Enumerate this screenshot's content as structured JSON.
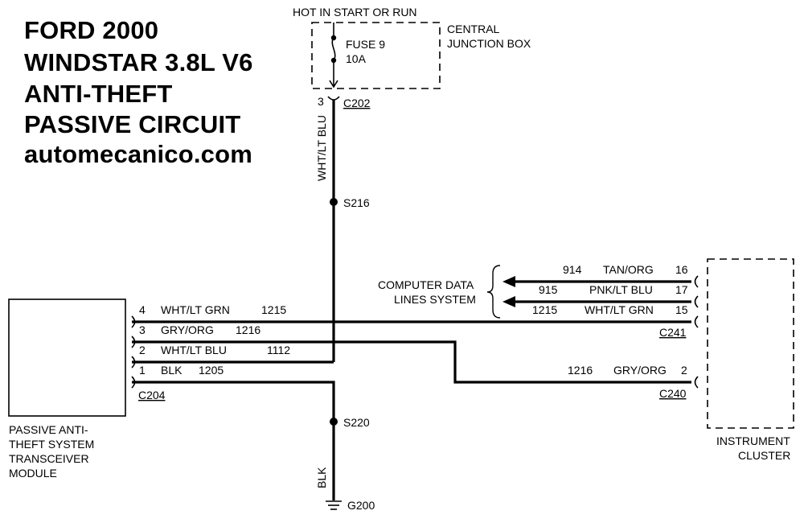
{
  "title": {
    "line1": "FORD 2000",
    "line2": "WINDSTAR 3.8L V6",
    "line3": "ANTI-THEFT",
    "line4": "PASSIVE CIRCUIT",
    "line5": "automecanico.com"
  },
  "power": {
    "hot_label": "HOT IN START OR RUN",
    "fuse_name": "FUSE 9",
    "fuse_rating": "10A",
    "junction_box_line1": "CENTRAL",
    "junction_box_line2": "JUNCTION BOX"
  },
  "connectors": {
    "c202": "C202",
    "c202_pin": "3",
    "c204": "C204",
    "c241": "C241",
    "c240": "C240"
  },
  "splices": {
    "s216": "S216",
    "s220": "S220",
    "g200": "G200"
  },
  "wires": {
    "vertical_top": "WHT/LT BLU",
    "vertical_bottom": "BLK",
    "module_pins": [
      {
        "pin": "4",
        "color": "WHT/LT GRN",
        "circuit": "1215"
      },
      {
        "pin": "3",
        "color": "GRY/ORG",
        "circuit": "1216"
      },
      {
        "pin": "2",
        "color": "WHT/LT BLU",
        "circuit": "1112"
      },
      {
        "pin": "1",
        "color": "BLK",
        "circuit": "1205"
      }
    ],
    "data_lines": [
      {
        "circuit": "914",
        "color": "TAN/ORG",
        "pin": "16"
      },
      {
        "circuit": "915",
        "color": "PNK/LT BLU",
        "pin": "17"
      },
      {
        "circuit": "1215",
        "color": "WHT/LT GRN",
        "pin": "15"
      }
    ],
    "cluster_gry": {
      "circuit": "1216",
      "color": "GRY/ORG",
      "pin": "2"
    }
  },
  "computer_data": {
    "line1": "COMPUTER DATA",
    "line2": "LINES SYSTEM"
  },
  "module": {
    "line1": "PASSIVE ANTI-",
    "line2": "THEFT SYSTEM",
    "line3": "TRANSCEIVER",
    "line4": "MODULE"
  },
  "cluster": {
    "line1": "INSTRUMENT",
    "line2": "CLUSTER"
  }
}
